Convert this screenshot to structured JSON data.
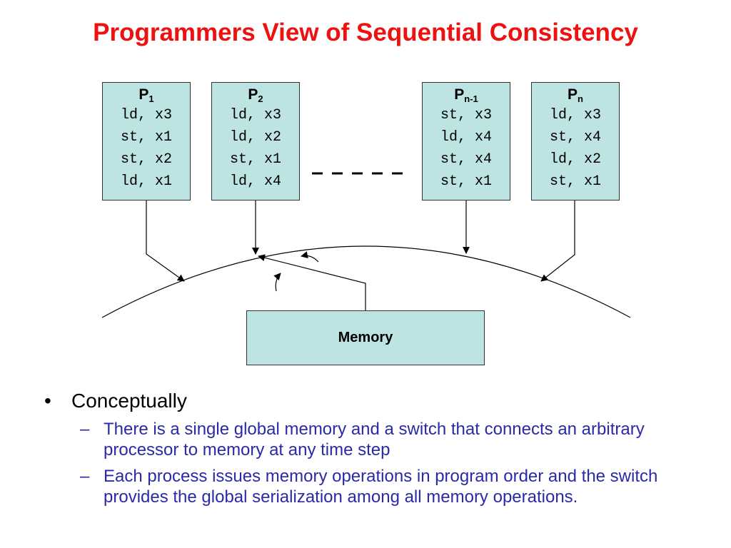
{
  "title": "Programmers View of Sequential Consistency",
  "processors": [
    {
      "name": "P",
      "sub": "1",
      "ops": [
        "ld, x3",
        "st, x1",
        "st, x2",
        "ld, x1"
      ]
    },
    {
      "name": "P",
      "sub": "2",
      "ops": [
        "ld, x3",
        "ld, x2",
        "st, x1",
        "ld, x4"
      ]
    },
    {
      "name": "P",
      "sub": "n-1",
      "ops": [
        "st, x3",
        "ld, x4",
        "st, x4",
        "st, x1"
      ]
    },
    {
      "name": "P",
      "sub": "n",
      "ops": [
        "ld, x3",
        "st, x4",
        "ld, x2",
        "st, x1"
      ]
    }
  ],
  "memory_label": "Memory",
  "bullets": {
    "main": "Conceptually",
    "subs": [
      "There is a single global memory and a switch that connects an arbitrary processor to memory at any time step",
      "Each process issues memory operations in program order and the switch provides the global serialization among all memory operations."
    ]
  },
  "colors": {
    "title": "#ee1111",
    "box_fill": "#bde4e2",
    "sub_bullet_text": "#2a2aa8"
  }
}
